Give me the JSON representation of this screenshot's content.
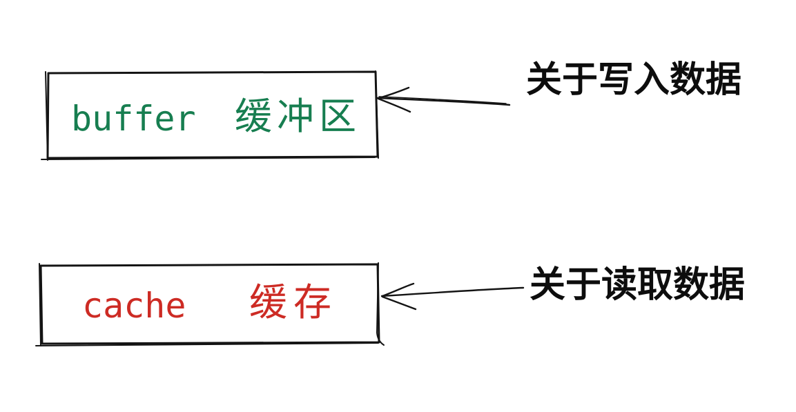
{
  "diagram": {
    "background": "#ffffff",
    "ink_color": "#141414",
    "boxes": [
      {
        "en": "buffer",
        "cn": "缓冲区",
        "text_color": "#177e50",
        "annotation": "关于写入数据"
      },
      {
        "en": "cache",
        "cn": "缓存",
        "text_color": "#cd2b24",
        "annotation": "关于读取数据"
      }
    ]
  }
}
